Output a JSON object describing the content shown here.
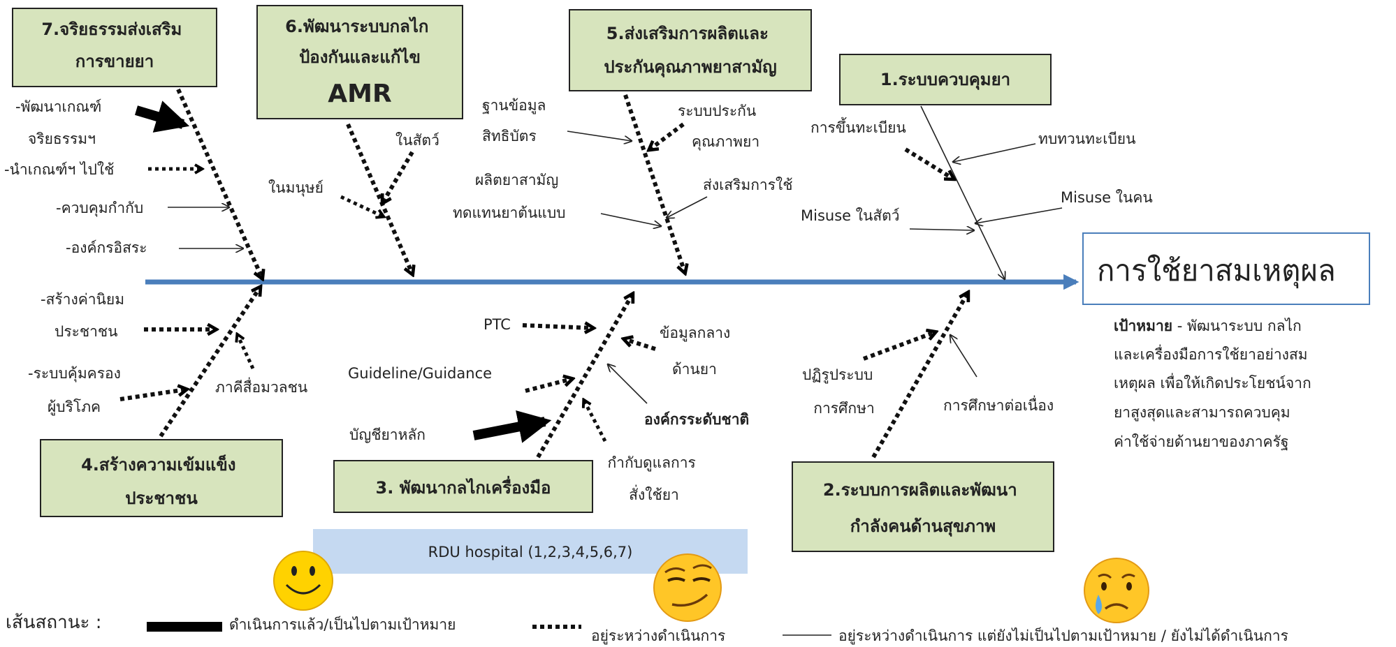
{
  "effect": "การใช้ยาสมเหตุผล",
  "goal": {
    "title": "เป้าหมาย",
    "lines": [
      " - พัฒนาระบบ กลไก",
      "และเครื่องมือการใช้ยาอย่างสม",
      "เหตุผล เพื่อให้เกิดประโยชน์จาก",
      "ยาสูงสุดและสามารถควบคุม",
      "ค่าใช้จ่ายด้านยาของภาครัฐ"
    ]
  },
  "categories": {
    "c1": {
      "lines": [
        "1.ระบบควบคุมยา"
      ]
    },
    "c2": {
      "lines": [
        "2.ระบบการผลิตและพัฒนา",
        "กำลังคนด้านสุขภาพ"
      ]
    },
    "c3": {
      "lines": [
        "3. พัฒนากลไกเครื่องมือ"
      ]
    },
    "c4": {
      "lines": [
        "4.สร้างความเข้มแข็ง",
        "ประชาชน"
      ]
    },
    "c5": {
      "lines": [
        "5.ส่งเสริมการผลิตและ",
        "ประกันคุณภาพยาสามัญ"
      ]
    },
    "c6": {
      "lines": [
        "6.พัฒนาระบบกลไก",
        "ป้องกันและแก้ไข"
      ],
      "big": "AMR"
    },
    "c7": {
      "lines": [
        "7.จริยธรรมส่งเสริม",
        "การขายยา"
      ]
    }
  },
  "causes": {
    "c1": {
      "register": "การขึ้นทะเบียน",
      "review": "ทบทวนทะเบียน",
      "misuse_human": "Misuse ในคน",
      "misuse_animal": "Misuse ในสัตว์"
    },
    "c2": {
      "reform": [
        "ปฏิรูประบบ",
        "การศึกษา"
      ],
      "continuing": "การศึกษาต่อเนื่อง"
    },
    "c3": {
      "ptc": "PTC",
      "guideline": "Guideline/Guidance",
      "central_data": [
        "ข้อมูลกลาง",
        "ด้านยา"
      ],
      "national_org": "องค์กรระดับชาติ",
      "essential_list": "บัญชียาหลัก",
      "prescribing": [
        "กำกับดูแลการ",
        "สั่งใช้ยา"
      ]
    },
    "c4": {
      "values": [
        "-สร้างค่านิยม",
        "ประชาชน"
      ],
      "consumer": [
        "-ระบบคุ้มครอง",
        "ผู้บริโภค"
      ],
      "media": "ภาคีสื่อมวลชน"
    },
    "c5": {
      "patent": [
        "ฐานข้อมูล",
        "สิทธิบัตร"
      ],
      "qa": [
        "ระบบประกัน",
        "คุณภาพยา"
      ],
      "generic": [
        "ผลิตยาสามัญ",
        "ทดแทนยาต้นแบบ"
      ],
      "promote": "ส่งเสริมการใช้"
    },
    "c6": {
      "animal": "ในสัตว์",
      "human": "ในมนุษย์"
    },
    "c7": {
      "develop": [
        "-พัฒนาเกณฑ์",
        "จริยธรรมฯ"
      ],
      "apply": "-นำเกณฑ์ฯ ไปใช้",
      "regulate": "-ควบคุมกำกับ",
      "independent": "-องค์กรอิสระ"
    }
  },
  "rdu": "RDU hospital (1,2,3,4,5,6,7)",
  "legend": {
    "title": "เส้นสถานะ :",
    "done": "ดำเนินการแล้ว/เป็นไปตามเป้าหมาย",
    "ongoing": "อยู่ระหว่างดำเนินการ",
    "behind": "อยู่ระหว่างดำเนินการ แต่ยังไม่เป็นไปตามเป้าหมาย / ยังไม่ได้ดำเนินการ"
  },
  "colors": {
    "category_box": "#d7e4bd",
    "spine": "#4a7ebb",
    "rdu_bar": "#c5d9f1",
    "smiley_yellow": "#ffd200"
  },
  "icons": [
    "smile-emoji-icon",
    "smirk-emoji-icon",
    "crying-emoji-icon"
  ]
}
